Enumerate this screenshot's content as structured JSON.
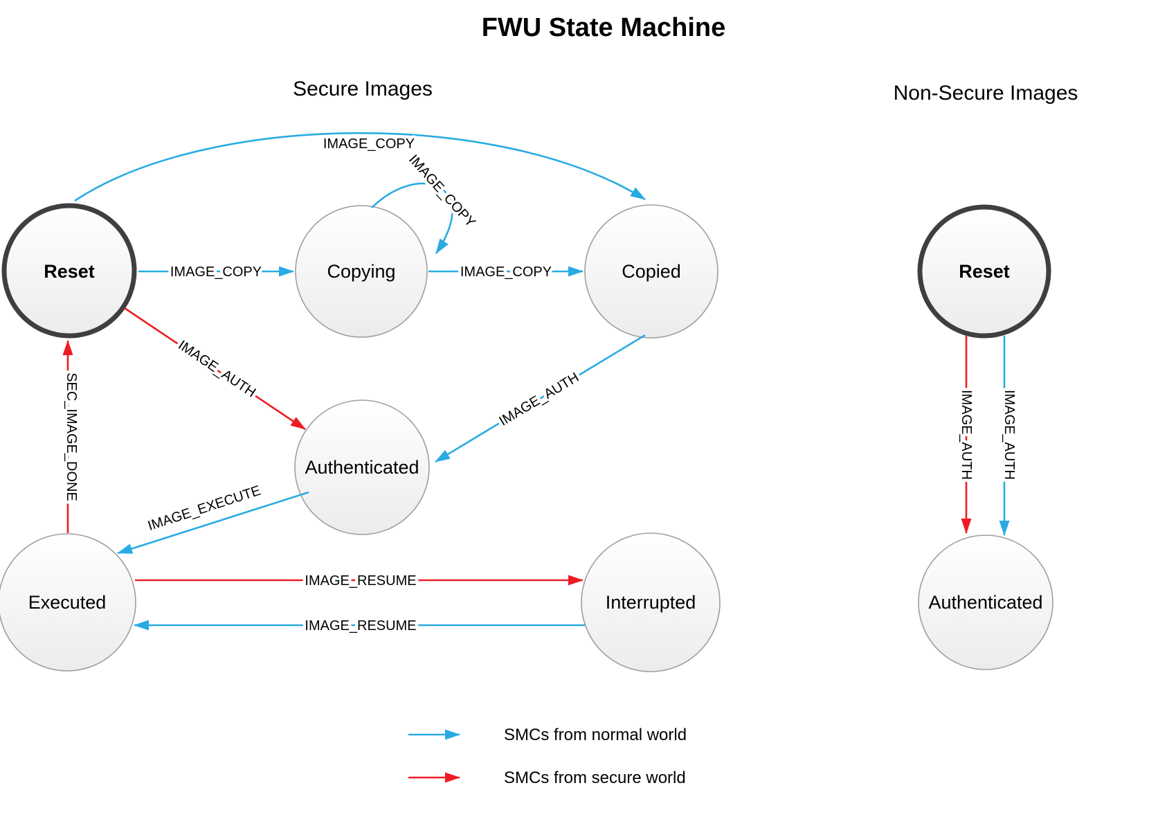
{
  "title": "FWU State Machine",
  "sections": {
    "secure": {
      "label": "Secure Images"
    },
    "non_secure": {
      "label": "Non-Secure Images"
    }
  },
  "nodes": {
    "secure_reset": {
      "label": "Reset",
      "initial": true
    },
    "copying": {
      "label": "Copying"
    },
    "copied": {
      "label": "Copied"
    },
    "secure_authenticated": {
      "label": "Authenticated"
    },
    "executed": {
      "label": "Executed"
    },
    "interrupted": {
      "label": "Interrupted"
    },
    "ns_reset": {
      "label": "Reset",
      "initial": true
    },
    "ns_authenticated": {
      "label": "Authenticated"
    }
  },
  "edges": {
    "reset_to_copied": {
      "label": "IMAGE_COPY",
      "type": "normal_world"
    },
    "reset_to_copying": {
      "label": "IMAGE_COPY",
      "type": "normal_world"
    },
    "copying_self_loop": {
      "label": "IMAGE_COPY",
      "type": "normal_world"
    },
    "copying_to_copied": {
      "label": "IMAGE_COPY",
      "type": "normal_world"
    },
    "reset_to_authenticated": {
      "label": "IMAGE_AUTH",
      "type": "secure_world"
    },
    "copied_to_authenticated": {
      "label": "IMAGE_AUTH",
      "type": "normal_world"
    },
    "authenticated_to_executed": {
      "label": "IMAGE_EXECUTE",
      "type": "normal_world"
    },
    "executed_to_reset": {
      "label": "SEC_IMAGE_DONE",
      "type": "secure_world"
    },
    "executed_to_interrupted": {
      "label": "IMAGE_RESUME",
      "type": "secure_world"
    },
    "interrupted_to_executed": {
      "label": "IMAGE_RESUME",
      "type": "normal_world"
    },
    "ns_reset_to_authenticated_secure": {
      "label": "IMAGE_AUTH",
      "type": "secure_world"
    },
    "ns_reset_to_authenticated_normal": {
      "label": "IMAGE_AUTH",
      "type": "normal_world"
    }
  },
  "legend": {
    "normal_world": {
      "label": "SMCs from normal world",
      "color": "#29ABE2"
    },
    "secure_world": {
      "label": "SMCs from secure world",
      "color": "#ED1C24"
    }
  },
  "colors": {
    "normal_world": "#29ABE2",
    "secure_world": "#ED1C24",
    "node_border": "#9E9E9E",
    "initial_node_border": "#3F3F3F",
    "node_fill_top": "#FFFFFF",
    "node_fill_bottom": "#ECECEC",
    "text": "#000000",
    "background": "#FFFFFF"
  }
}
